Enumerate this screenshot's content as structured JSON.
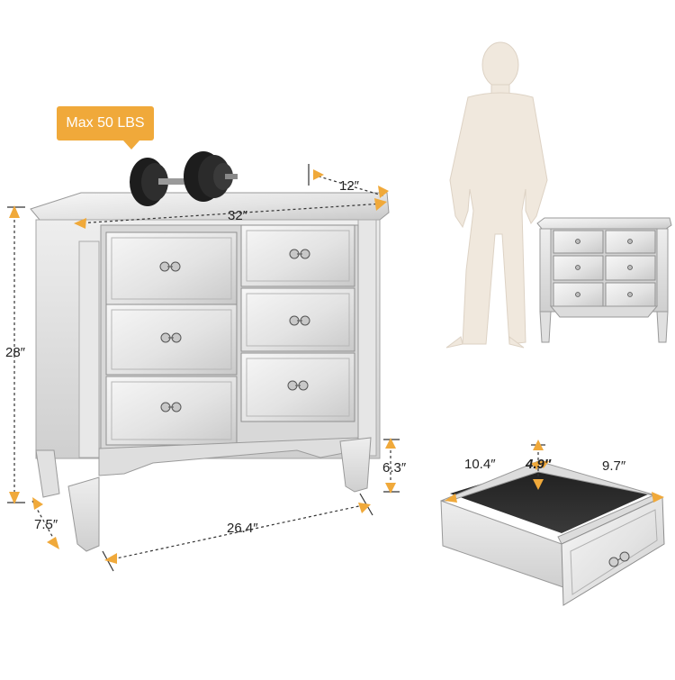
{
  "callout": {
    "text": "Max 50 LBS"
  },
  "dimensions": {
    "depth_top": "12″",
    "width_top": "32″",
    "height_total": "28″",
    "leg_height": "6.3″",
    "leg_depth": "7.5″",
    "base_width": "26.4″",
    "drawer_width": "10.4″",
    "drawer_height": "4.9″",
    "drawer_depth": "9.7″"
  },
  "colors": {
    "accent": "#f0a93a",
    "dimension_line": "#333333",
    "mirror_light": "#f2f2f2",
    "mirror_mid": "#dcdcdc",
    "mirror_dark": "#bdbdbd",
    "silhouette": "#f0e8dd",
    "drawer_lining": "#2a2a2a"
  },
  "icons": [
    "dumbbell-icon",
    "person-silhouette-icon",
    "crystal-knob-icon"
  ]
}
